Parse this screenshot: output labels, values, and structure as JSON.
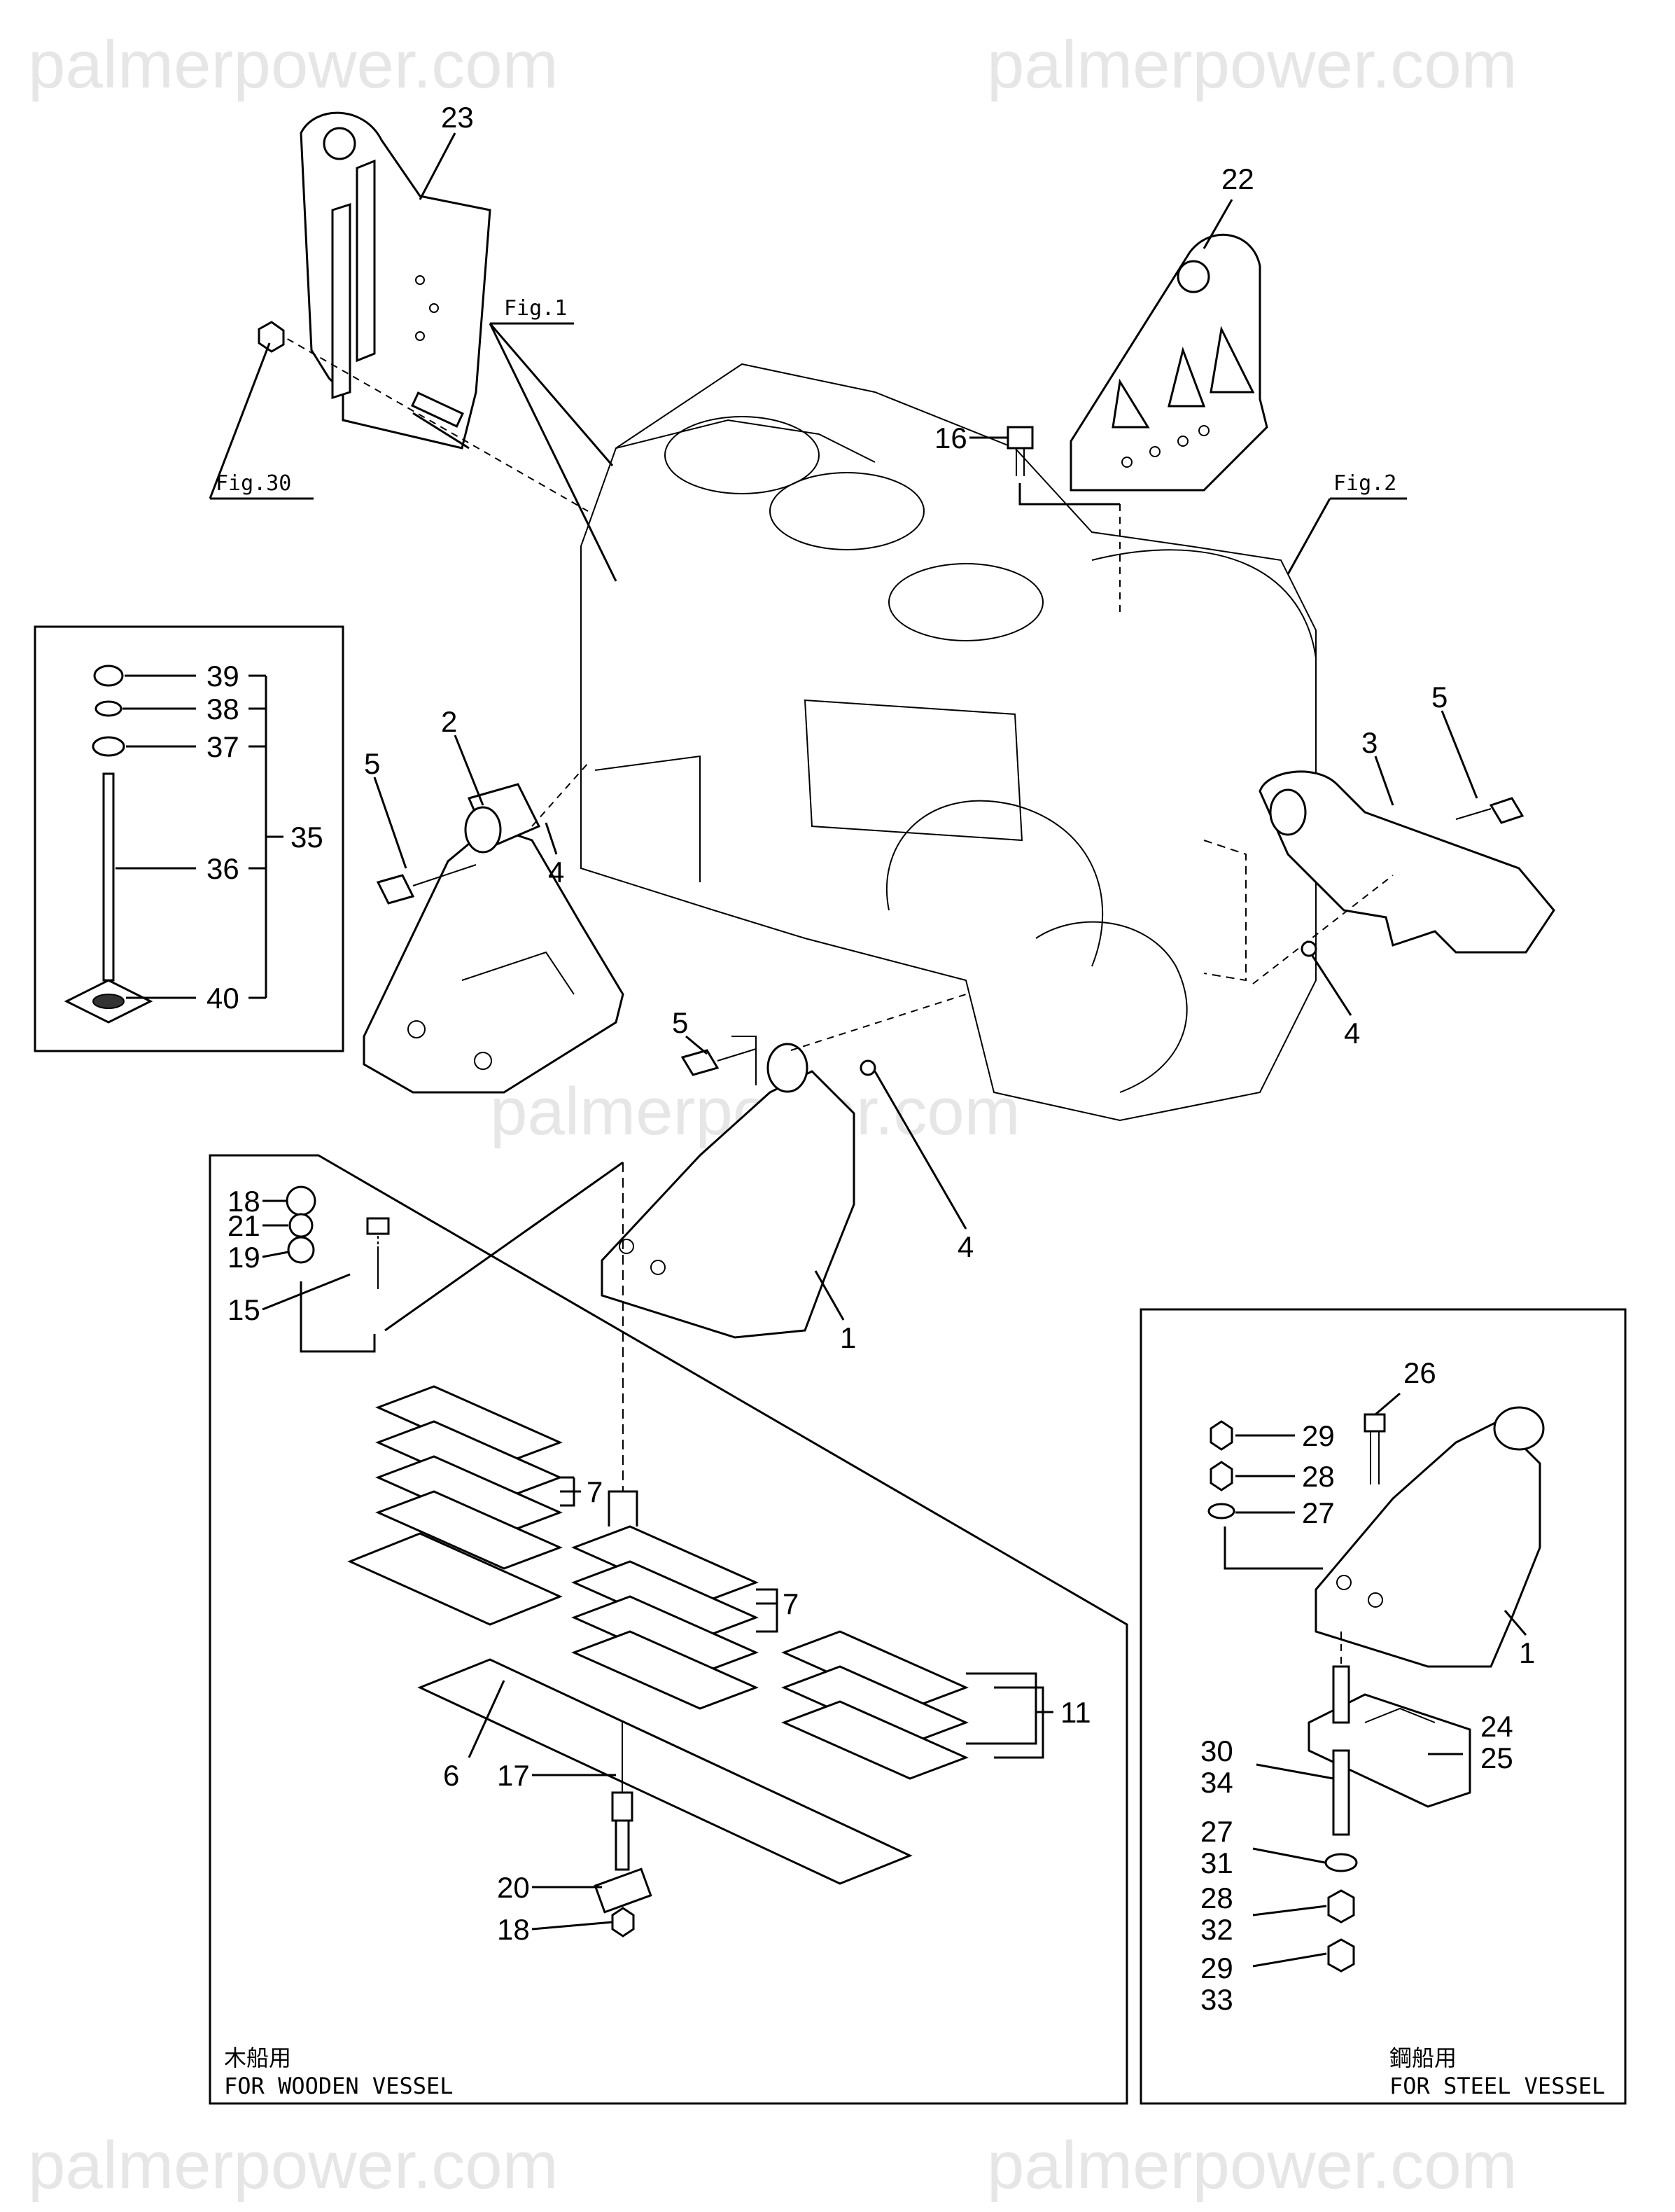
{
  "watermarks": {
    "top_left": "palmerpower.com",
    "top_right": "palmerpower.com",
    "center": "palmerpower.com",
    "bottom_left": "palmerpower.com",
    "bottom_right": "palmerpower.com"
  },
  "figure_refs": {
    "fig1": "Fig.1",
    "fig2": "Fig.2",
    "fig30": "Fig.30"
  },
  "part_labels": {
    "p23": "23",
    "p22": "22",
    "p16": "16",
    "p2": "2",
    "p3": "3",
    "p5a": "5",
    "p5b": "5",
    "p5c": "5",
    "p4a": "4",
    "p4b": "4",
    "p4c": "4",
    "p1a": "1",
    "p1b": "1",
    "p39": "39",
    "p38": "38",
    "p37": "37",
    "p36": "36",
    "p35": "35",
    "p40": "40",
    "p18a": "18",
    "p21": "21",
    "p19": "19",
    "p15": "15",
    "p7a": "7",
    "p7b": "7",
    "p6": "6",
    "p17": "17",
    "p11": "11",
    "p20": "20",
    "p18b": "18",
    "p26": "26",
    "p29a": "29",
    "p28a": "28",
    "p27a": "27",
    "p24": "24",
    "p25": "25",
    "p30": "30",
    "p34": "34",
    "p27b": "27",
    "p31": "31",
    "p28b": "28",
    "p32": "32",
    "p29b": "29",
    "p33": "33"
  },
  "captions": {
    "wooden_jp": "木船用",
    "wooden_en": "FOR WOODEN VESSEL",
    "steel_jp": "鋼船用",
    "steel_en": "FOR STEEL VESSEL"
  }
}
